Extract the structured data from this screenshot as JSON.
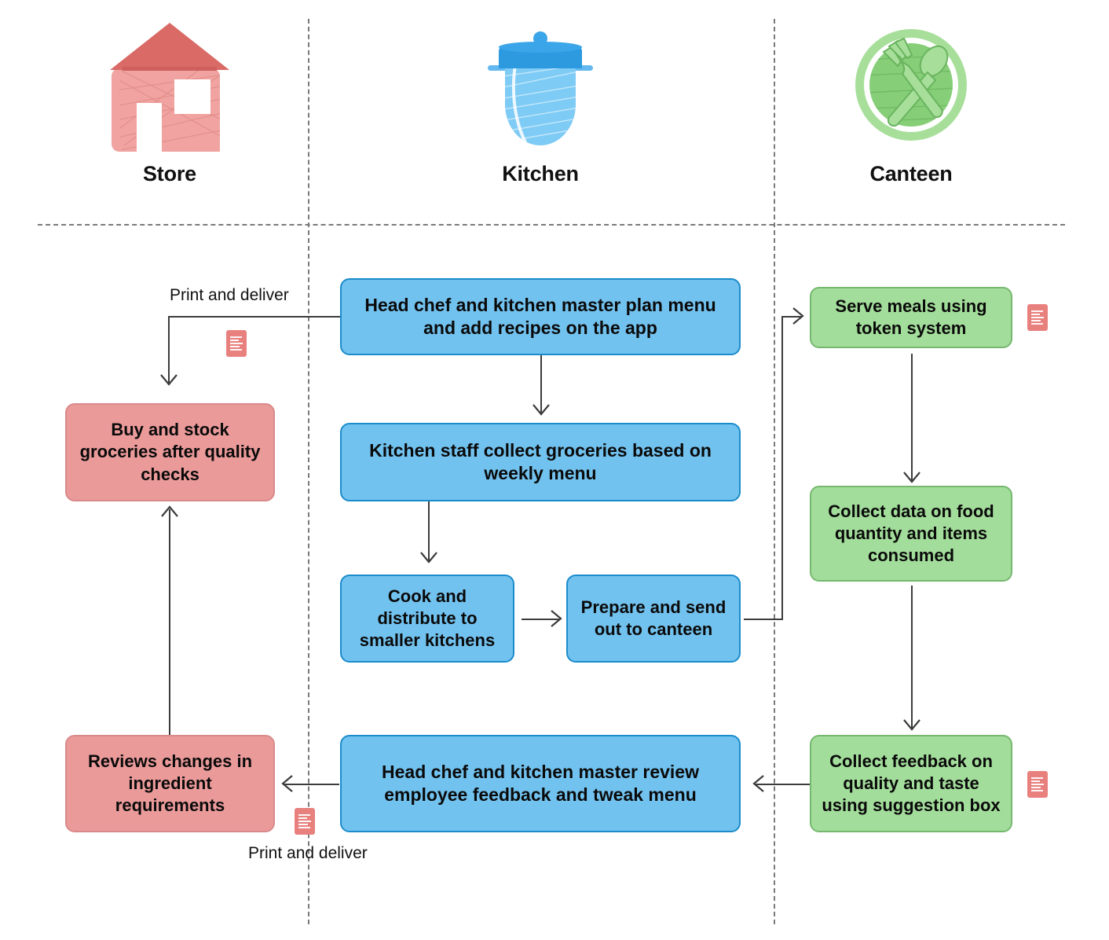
{
  "lanes": [
    {
      "id": "store",
      "title": "Store",
      "icon": "store-house-icon"
    },
    {
      "id": "kitchen",
      "title": "Kitchen",
      "icon": "cooking-pot-icon"
    },
    {
      "id": "canteen",
      "title": "Canteen",
      "icon": "plate-fork-spoon-icon"
    }
  ],
  "nodes": {
    "plan_menu": {
      "text": "Head chef and kitchen master plan menu and add recipes on the app",
      "lane": "kitchen",
      "color": "blue"
    },
    "buy_stock": {
      "text": "Buy and stock groceries after quality checks",
      "lane": "store",
      "color": "pink"
    },
    "collect_groceries": {
      "text": "Kitchen staff collect groceries based on weekly menu",
      "lane": "kitchen",
      "color": "blue"
    },
    "cook_distribute": {
      "text": "Cook and distribute to smaller kitchens",
      "lane": "kitchen",
      "color": "blue"
    },
    "prepare_send": {
      "text": "Prepare and send out to canteen",
      "lane": "kitchen",
      "color": "blue"
    },
    "serve_meals": {
      "text": "Serve meals using token system",
      "lane": "canteen",
      "color": "green"
    },
    "collect_data": {
      "text": "Collect data on food quantity and items consumed",
      "lane": "canteen",
      "color": "green"
    },
    "collect_feedback": {
      "text": "Collect feedback on quality and taste using suggestion box",
      "lane": "canteen",
      "color": "green"
    },
    "review_feedback": {
      "text": "Head chef and kitchen master review employee feedback and tweak menu",
      "lane": "kitchen",
      "color": "blue"
    },
    "review_changes": {
      "text": "Reviews changes in ingredient requirements",
      "lane": "store",
      "color": "pink"
    }
  },
  "edge_labels": {
    "top_print": "Print and deliver",
    "bottom_print": "Print and deliver"
  },
  "doc_icons": [
    {
      "id": "doc-top",
      "name": "print-document-icon"
    },
    {
      "id": "doc-serve",
      "name": "print-document-icon"
    },
    {
      "id": "doc-bottom",
      "name": "print-document-icon"
    },
    {
      "id": "doc-feedback",
      "name": "print-document-icon"
    }
  ],
  "colors": {
    "blue_fill": "#72c2ef",
    "blue_stroke": "#1b8ccb",
    "pink_fill": "#eb9a9a",
    "pink_stroke": "#d98a8a",
    "green_fill": "#a3dd9b",
    "green_stroke": "#76b870",
    "doc_icon": "#e8807e",
    "lane_divider": "#7a7a7a",
    "connector": "#3c3c3c"
  }
}
